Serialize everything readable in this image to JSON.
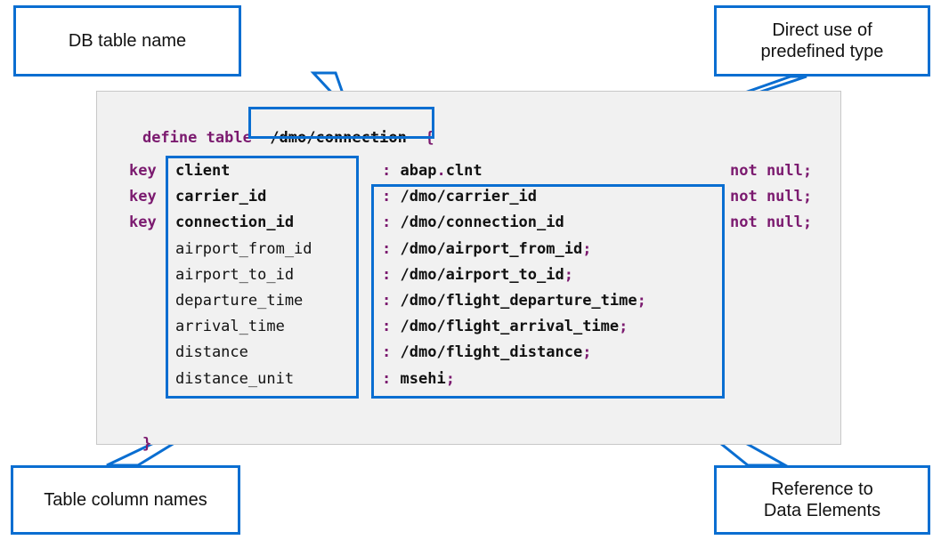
{
  "callouts": {
    "db_table_name": "DB table name",
    "predefined_type": [
      "Direct use of",
      "predefined type"
    ],
    "column_names": "Table column names",
    "data_elements": [
      "Reference to",
      "Data Elements"
    ]
  },
  "code": {
    "define_kw": "define",
    "table_kw": "table",
    "table_name": "/dmo/connection",
    "open_brace": "{",
    "close_brace": "}",
    "key_kw": "key",
    "not_null": "not null",
    "semicolon": ";",
    "colon": ":",
    "rows": [
      {
        "key": true,
        "name": "client",
        "type_pre": "abap",
        "type_dot": ".",
        "type_post": "clnt",
        "not_null": true,
        "bold": true
      },
      {
        "key": true,
        "name": "carrier_id",
        "type": "/dmo/carrier_id",
        "not_null": true,
        "bold": true
      },
      {
        "key": true,
        "name": "connection_id",
        "type": "/dmo/connection_id",
        "not_null": true,
        "bold": true
      },
      {
        "key": false,
        "name": "airport_from_id",
        "type": "/dmo/airport_from_id",
        "not_null": false,
        "bold": false
      },
      {
        "key": false,
        "name": "airport_to_id",
        "type": "/dmo/airport_to_id",
        "not_null": false,
        "bold": false
      },
      {
        "key": false,
        "name": "departure_time",
        "type": "/dmo/flight_departure_time",
        "not_null": false,
        "bold": false
      },
      {
        "key": false,
        "name": "arrival_time",
        "type": "/dmo/flight_arrival_time",
        "not_null": false,
        "bold": false
      },
      {
        "key": false,
        "name": "distance",
        "type": "/dmo/flight_distance",
        "not_null": false,
        "bold": false
      },
      {
        "key": false,
        "name": "distance_unit",
        "type": "msehi",
        "not_null": false,
        "bold": false
      }
    ]
  },
  "colors": {
    "accent": "#0a6ed1",
    "keyword": "#7b1a6f",
    "panel": "#f1f1f1"
  }
}
